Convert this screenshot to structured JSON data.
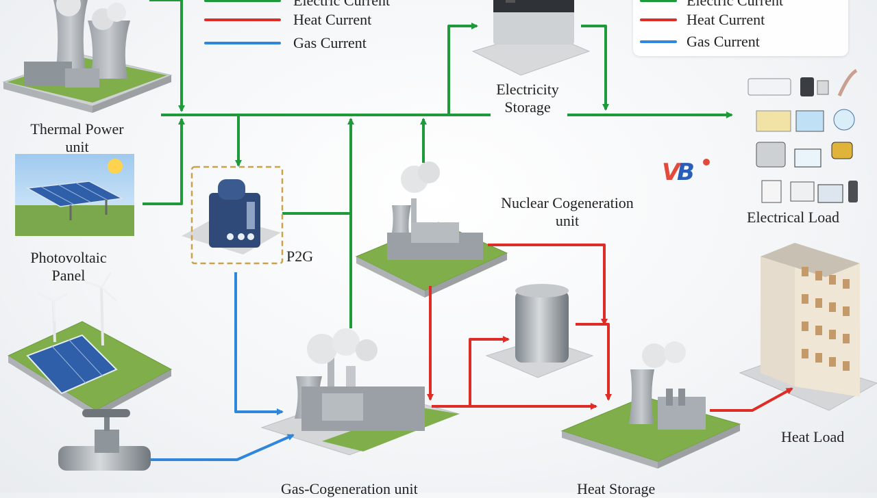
{
  "legend": {
    "electric_label": "Electric Current",
    "heat_label": "Heat Current",
    "gas_label": "Gas Current"
  },
  "colors": {
    "electric": "#1f9a3a",
    "heat": "#de2d26",
    "gas": "#2f86db",
    "frame_p2g": "#c9a24a"
  },
  "nodes": {
    "thermal_power": "Thermal Power unit",
    "photovoltaic": "Photovoltaic Panel",
    "p2g": "P2G",
    "nuclear": "Nuclear Cogeneration unit",
    "electricity_storage": "Electricity Storage",
    "electrical_load": "Electrical Load",
    "gas_cogeneration": "Gas-Cogeneration unit",
    "heat_storage": "Heat Storage",
    "heat_load": "Heat Load"
  },
  "logo_text": {
    "v": "V",
    "b": "B"
  }
}
